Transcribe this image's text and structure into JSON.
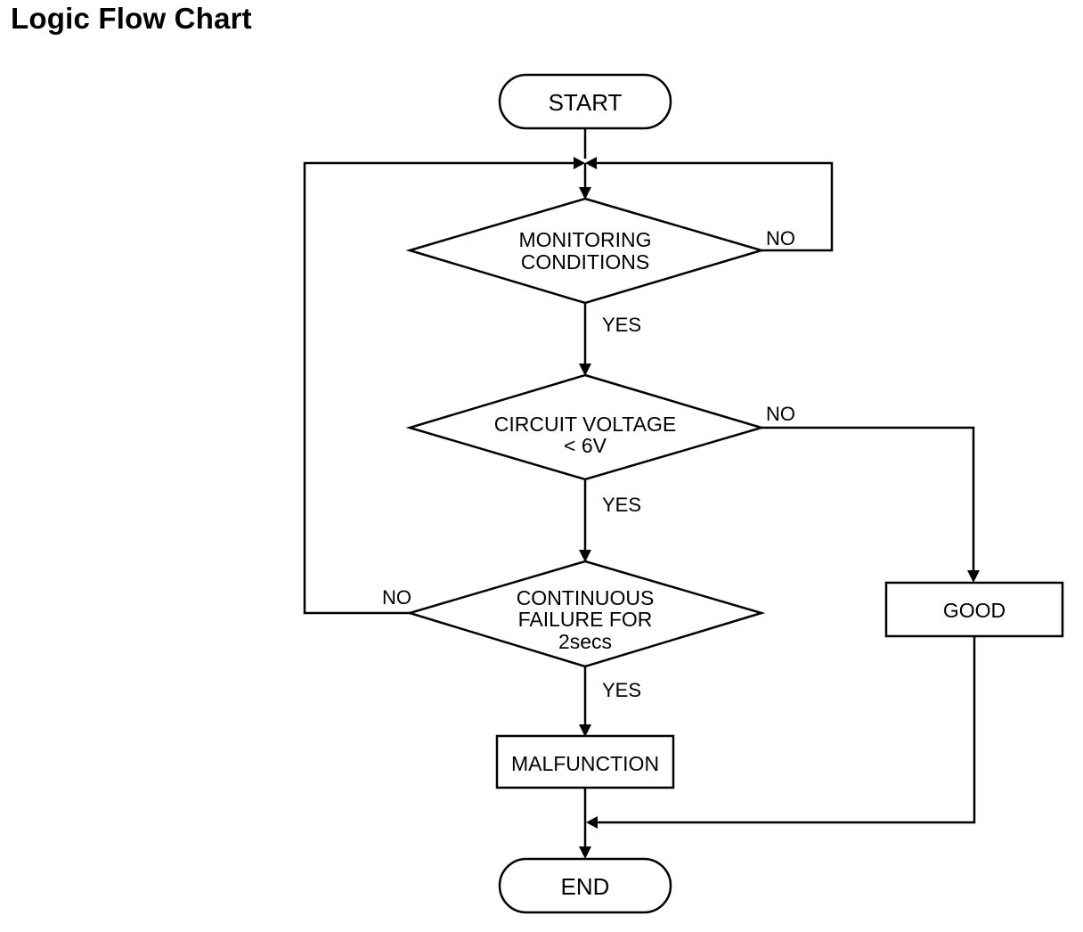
{
  "title": "Logic Flow Chart",
  "nodes": {
    "start": {
      "label": "START"
    },
    "monitoring": {
      "lines": [
        "MONITORING",
        "CONDITIONS"
      ]
    },
    "circuit": {
      "lines": [
        "CIRCUIT VOLTAGE",
        "< 6V"
      ]
    },
    "continuous": {
      "lines": [
        "CONTINUOUS",
        "FAILURE FOR",
        "2secs"
      ]
    },
    "malfunction": {
      "label": "MALFUNCTION"
    },
    "good": {
      "label": "GOOD"
    },
    "end": {
      "label": "END"
    }
  },
  "edges": {
    "monitoring_yes": "YES",
    "monitoring_no": "NO",
    "circuit_yes": "YES",
    "circuit_no": "NO",
    "continuous_yes": "YES",
    "continuous_no": "NO"
  }
}
